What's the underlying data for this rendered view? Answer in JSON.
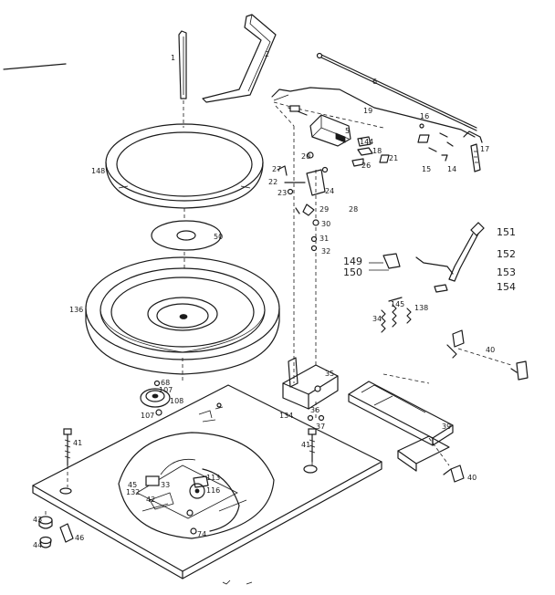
{
  "labels": [
    {
      "id": "1",
      "text": "1"
    },
    {
      "id": "2",
      "text": "2"
    },
    {
      "id": "6",
      "text": "6"
    },
    {
      "id": "19",
      "text": "19"
    },
    {
      "id": "16",
      "text": "16"
    },
    {
      "id": "17",
      "text": "17"
    },
    {
      "id": "5",
      "text": "5"
    },
    {
      "id": "144",
      "text": "144"
    },
    {
      "id": "18",
      "text": "18"
    },
    {
      "id": "21",
      "text": "21"
    },
    {
      "id": "26",
      "text": "26"
    },
    {
      "id": "15",
      "text": "15"
    },
    {
      "id": "14",
      "text": "14"
    },
    {
      "id": "148",
      "text": "148"
    },
    {
      "id": "27",
      "text": "27"
    },
    {
      "id": "20",
      "text": "20"
    },
    {
      "id": "22",
      "text": "22"
    },
    {
      "id": "24",
      "text": "24"
    },
    {
      "id": "23",
      "text": "23"
    },
    {
      "id": "29",
      "text": "29"
    },
    {
      "id": "28",
      "text": "28"
    },
    {
      "id": "30",
      "text": "30"
    },
    {
      "id": "31",
      "text": "31"
    },
    {
      "id": "32",
      "text": "32"
    },
    {
      "id": "50",
      "text": "50"
    },
    {
      "id": "151",
      "text": "151"
    },
    {
      "id": "152",
      "text": "152"
    },
    {
      "id": "149",
      "text": "149"
    },
    {
      "id": "150",
      "text": "150"
    },
    {
      "id": "153",
      "text": "153"
    },
    {
      "id": "154",
      "text": "154"
    },
    {
      "id": "136",
      "text": "136"
    },
    {
      "id": "145",
      "text": "145"
    },
    {
      "id": "138",
      "text": "138"
    },
    {
      "id": "34",
      "text": "34"
    },
    {
      "id": "40a",
      "text": "40"
    },
    {
      "id": "68",
      "text": "68"
    },
    {
      "id": "107a",
      "text": "107"
    },
    {
      "id": "108",
      "text": "108"
    },
    {
      "id": "107b",
      "text": "107"
    },
    {
      "id": "35",
      "text": "35"
    },
    {
      "id": "134",
      "text": "134"
    },
    {
      "id": "36",
      "text": "36"
    },
    {
      "id": "37",
      "text": "37"
    },
    {
      "id": "41a",
      "text": "41"
    },
    {
      "id": "41b",
      "text": "41"
    },
    {
      "id": "39",
      "text": "39"
    },
    {
      "id": "40b",
      "text": "40"
    },
    {
      "id": "132",
      "text": "132"
    },
    {
      "id": "45",
      "text": "45"
    },
    {
      "id": "33",
      "text": "33"
    },
    {
      "id": "42",
      "text": "42"
    },
    {
      "id": "113",
      "text": "113"
    },
    {
      "id": "116",
      "text": "116"
    },
    {
      "id": "43",
      "text": "43"
    },
    {
      "id": "44",
      "text": "44"
    },
    {
      "id": "46",
      "text": "46"
    },
    {
      "id": "74",
      "text": "74"
    }
  ]
}
